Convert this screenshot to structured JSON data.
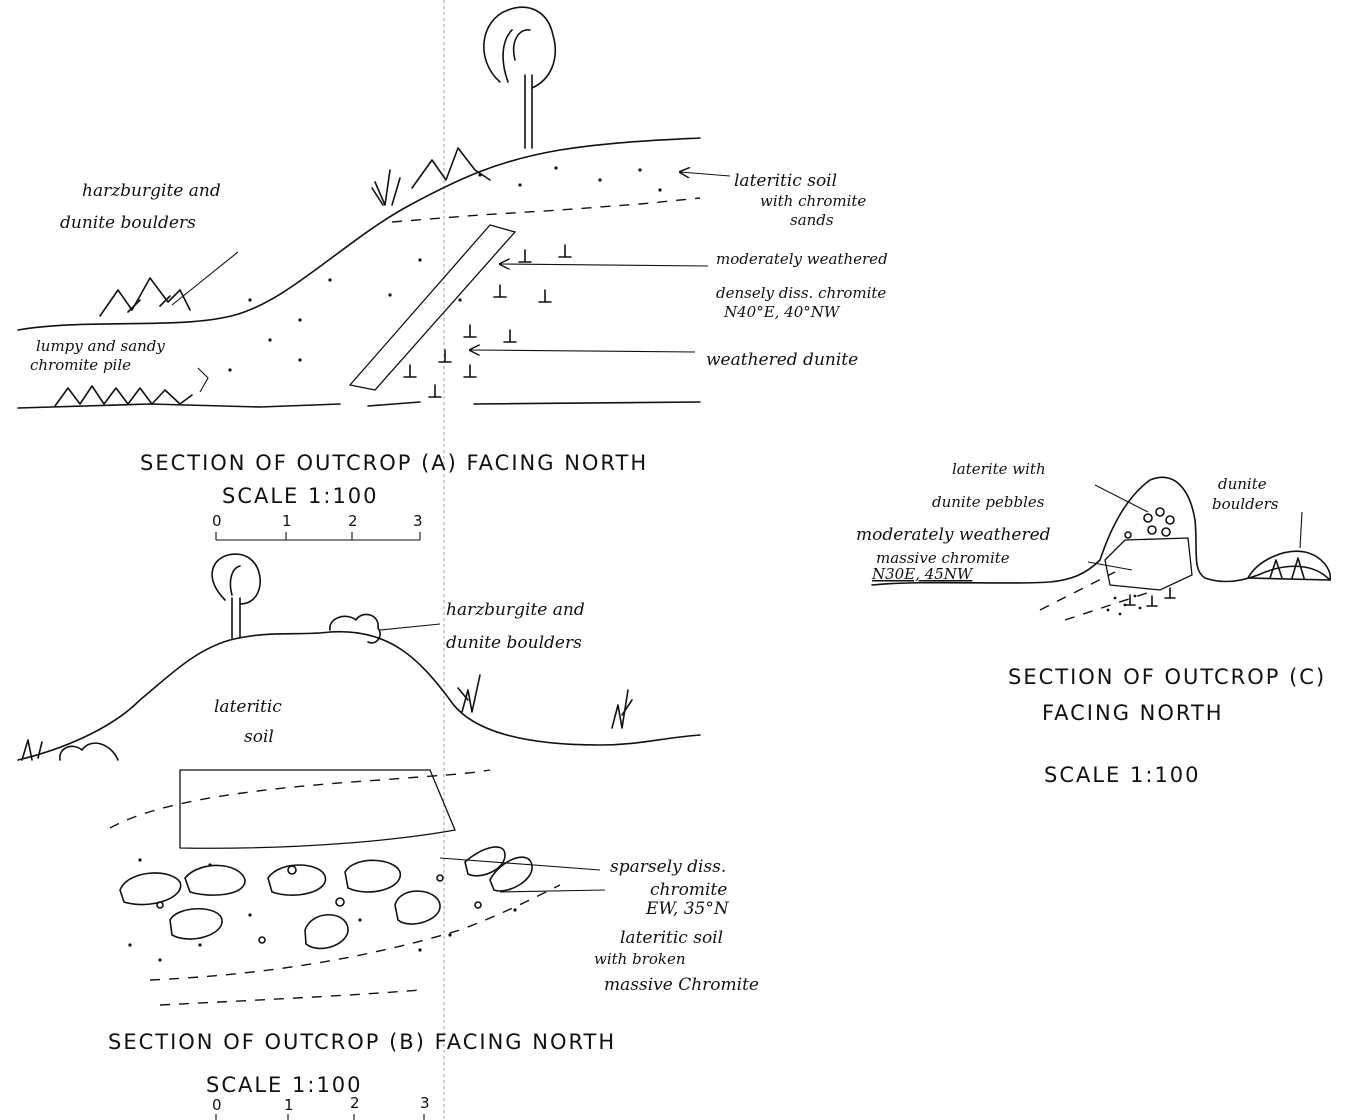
{
  "section_a": {
    "title": "SECTION  OF  OUTCROP  (A)   FACING  NORTH",
    "scale_label": "SCALE  1:100",
    "scale_ticks": [
      "0",
      "1",
      "2",
      "3"
    ],
    "labels": {
      "boulders": [
        "harzburgite and",
        "dunite boulders"
      ],
      "pile": [
        "lumpy and sandy",
        "chromite pile"
      ],
      "lateritic_soil": [
        "lateritic soil",
        "with chromite",
        "sands"
      ],
      "weathered_chromite": [
        "moderately weathered",
        "densely diss. chromite",
        "N40°E, 40°NW"
      ],
      "weathered_dunite": "weathered dunite"
    }
  },
  "section_b": {
    "title": "SECTION  OF  OUTCROP (B)  FACING  NORTH",
    "scale_label": "SCALE    1:100",
    "scale_ticks": [
      "0",
      "1",
      "2",
      "3"
    ],
    "labels": {
      "boulders": [
        "harzburgite and",
        "dunite boulders"
      ],
      "lateritic_soil": [
        "lateritic",
        "soil"
      ],
      "sparse_chromite": [
        "sparsely diss.",
        "chromite",
        "EW, 35°N"
      ],
      "broken_chromite": [
        "lateritic soil",
        "with broken",
        "massive Chromite"
      ]
    }
  },
  "section_c": {
    "title": "SECTION  OF  OUTCROP (C)",
    "facing": "FACING   NORTH",
    "scale_label": "SCALE    1:100",
    "labels": {
      "laterite_pebbles": [
        "laterite with",
        "dunite pebbles"
      ],
      "dunite_boulders": [
        "dunite",
        "boulders"
      ],
      "massive_chromite": [
        "moderately weathered",
        "massive chromite",
        "N30E, 45NW"
      ]
    }
  }
}
